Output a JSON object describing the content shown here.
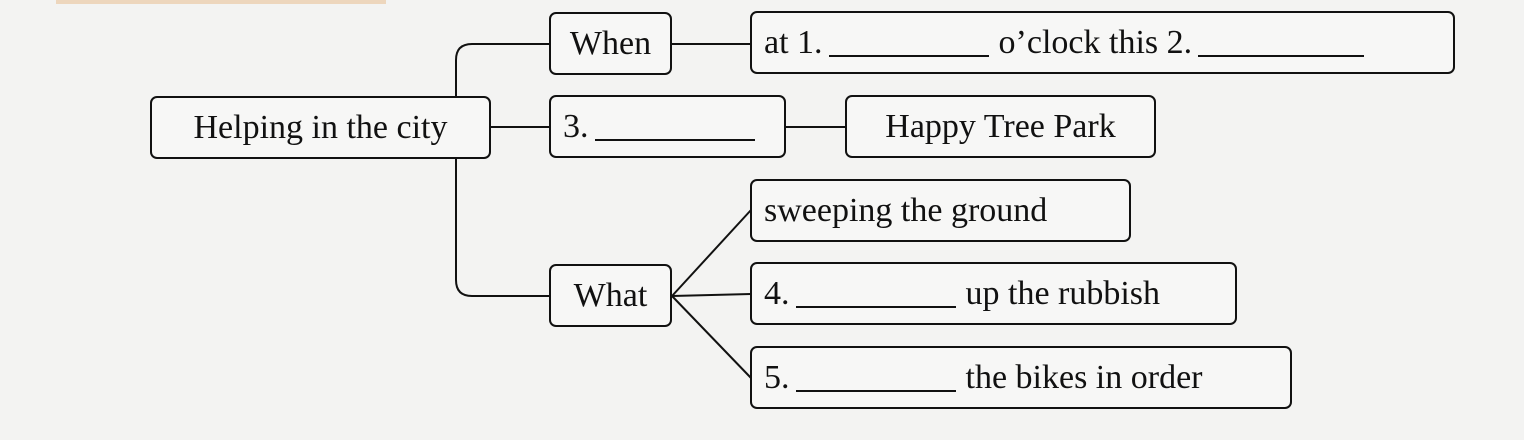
{
  "root": {
    "label": "Helping in the city"
  },
  "when": {
    "label": "When",
    "detail": {
      "prefix": "at 1.",
      "middle": "o’clock this 2."
    }
  },
  "where": {
    "prefix": "3.",
    "detail": "Happy Tree Park"
  },
  "what": {
    "label": "What",
    "items": [
      {
        "prefix": "",
        "suffix": "sweeping the ground"
      },
      {
        "prefix": "4.",
        "suffix": "up the rubbish"
      },
      {
        "prefix": "5.",
        "suffix": "the bikes in order"
      }
    ]
  }
}
